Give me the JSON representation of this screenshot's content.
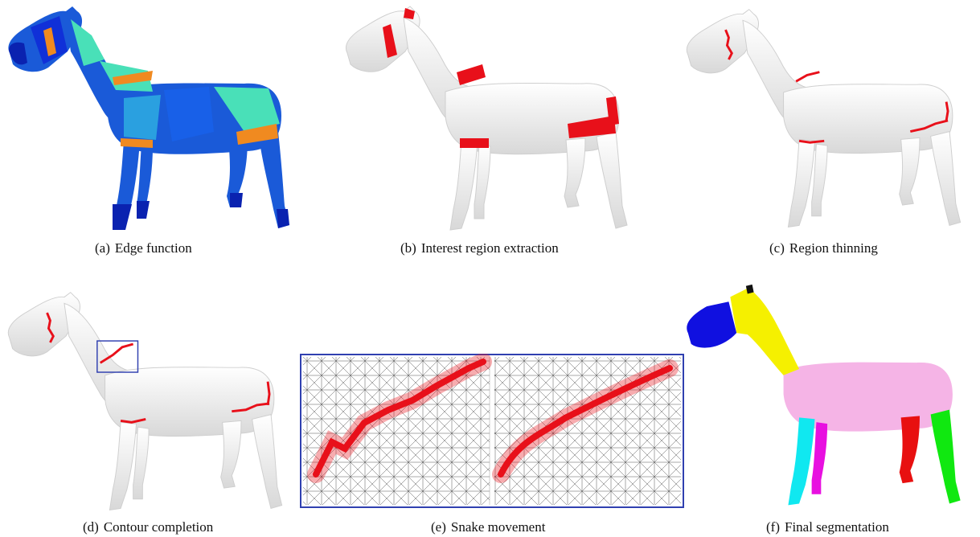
{
  "figure": {
    "panels": [
      {
        "tag": "(a)",
        "caption": "Edge function"
      },
      {
        "tag": "(b)",
        "caption": "Interest region extraction"
      },
      {
        "tag": "(c)",
        "caption": "Region thinning"
      },
      {
        "tag": "(d)",
        "caption": "Contour completion"
      },
      {
        "tag": "(e)",
        "caption": "Snake movement"
      },
      {
        "tag": "(f)",
        "caption": "Final segmentation"
      }
    ],
    "colors": {
      "mesh_white": "#f4f4f4",
      "contour_red": "#e8101a",
      "edge_low": "#1040d8",
      "edge_mid": "#49e0b8",
      "edge_high": "#f08a20",
      "seg_head": "#1010e0",
      "seg_neck": "#f5f000",
      "seg_body": "#f5b4e6",
      "seg_front_left": "#10e8f0",
      "seg_front_right": "#e810e0",
      "seg_hind_right": "#e81010",
      "seg_hind_left": "#10e810",
      "zoom_box": "#3040b0"
    }
  }
}
